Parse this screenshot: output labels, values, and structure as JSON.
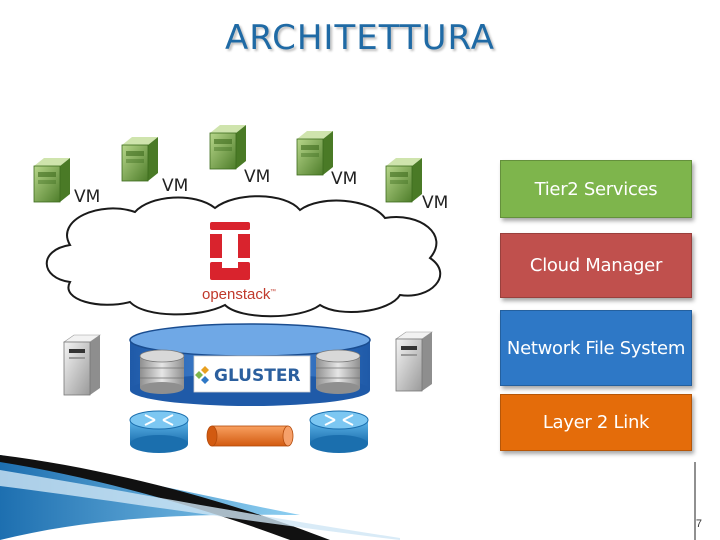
{
  "title": "ARCHITETTURA",
  "vms": [
    "VM",
    "VM",
    "VM",
    "VM",
    "VM"
  ],
  "cloud": {
    "logo_text": "openstack",
    "tm": "™"
  },
  "storage": {
    "logo_text": "GLUSTER"
  },
  "layers": [
    {
      "label": "Tier2 Services",
      "color": "#7eb54c"
    },
    {
      "label": "Cloud Manager",
      "color": "#c0504d"
    },
    {
      "label": "Network File System",
      "color": "#2e78c6"
    },
    {
      "label": "Layer 2 Link",
      "color": "#e46c0a"
    }
  ],
  "colors": {
    "accent": "#1f6aa5",
    "openstack_red": "#d9232d",
    "router_blue": "#2a8fd0",
    "link_orange": "#f07a28"
  },
  "page_number": "7"
}
